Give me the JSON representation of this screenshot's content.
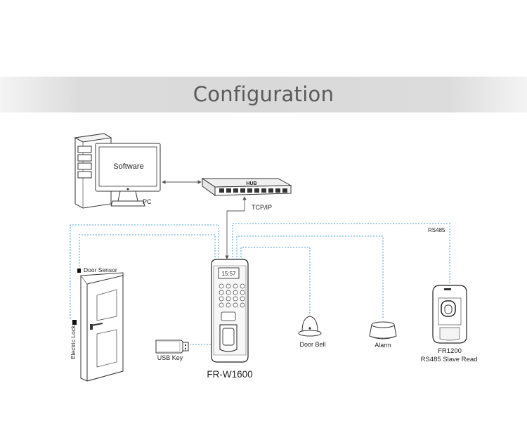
{
  "header": {
    "title": "Configuration"
  },
  "pc": {
    "screen_text": "Software",
    "label": "PC"
  },
  "hub": {
    "brand": "HUB"
  },
  "connections": {
    "tcp_ip": "TCP/IP",
    "rs485": "RS485"
  },
  "door": {
    "sensor_label": "Door Sensor",
    "lock_label": "Electric Lock"
  },
  "terminal": {
    "time": "15:57",
    "model": "FR-W1600"
  },
  "usb": {
    "label": "USB Key"
  },
  "door_bell": {
    "label": "Door Bell"
  },
  "alarm": {
    "label": "Alarm"
  },
  "reader": {
    "model": "FR1200",
    "desc": "RS485 Slave Read"
  },
  "colors": {
    "wire": "#4aa3d8",
    "banner": "#d9d9d9",
    "title": "#5a5a5a"
  }
}
